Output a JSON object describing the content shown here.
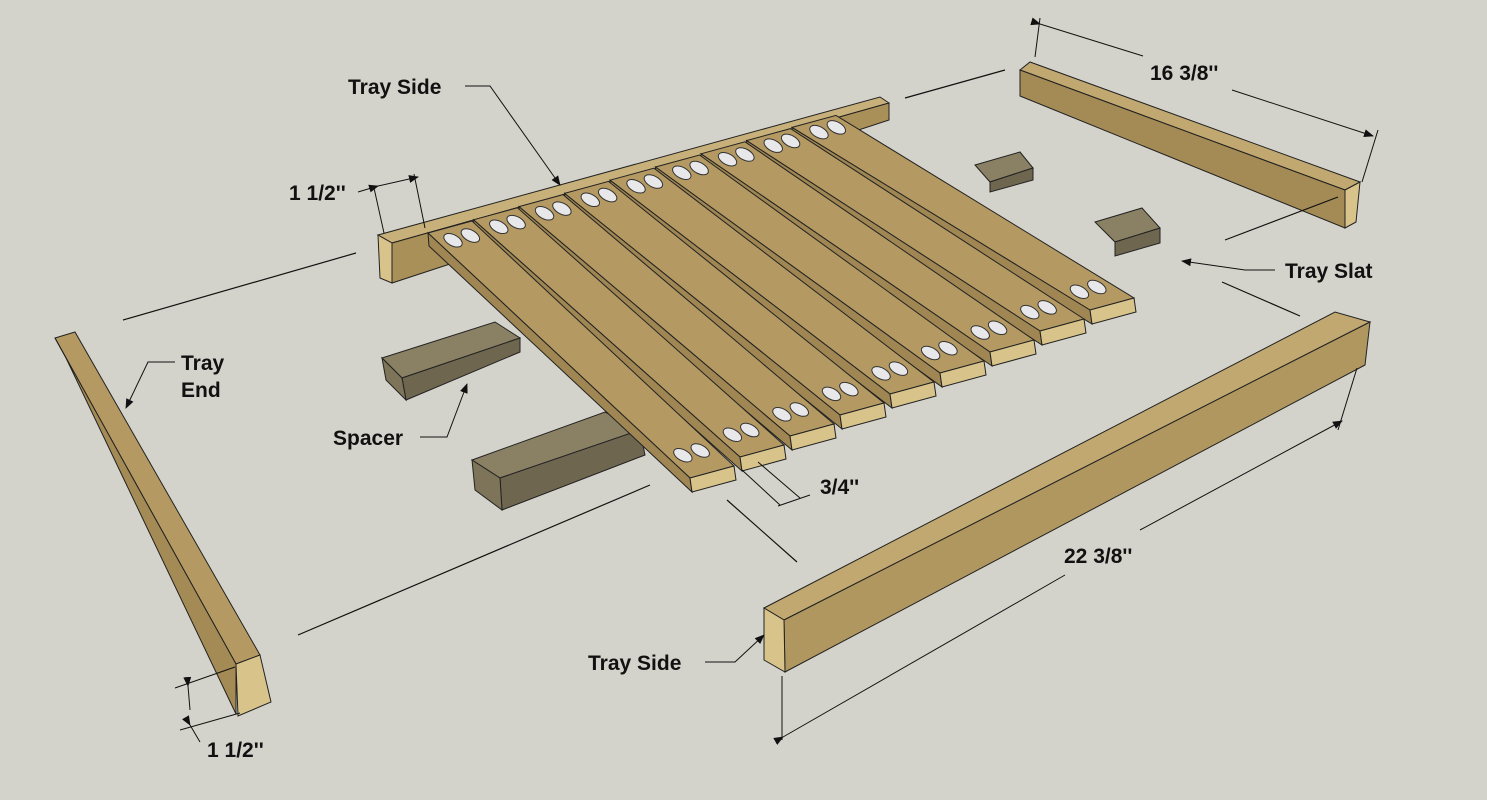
{
  "labels": {
    "tray_side_top": "Tray Side",
    "tray_side_bottom": "Tray Side",
    "tray_slat": "Tray Slat",
    "tray_end_line1": "Tray",
    "tray_end_line2": "End",
    "spacer": "Spacer"
  },
  "dimensions": {
    "side_thickness": "1 1/2''",
    "end_length": "16 3/8''",
    "slat_thickness": "3/4''",
    "side_length": "22 3/8''",
    "end_width": "1 1/2''"
  },
  "colors": {
    "background": "#d4d3cb",
    "wood_top": "#b49a62",
    "wood_side": "#9f8652",
    "wood_end": "#d8c48a",
    "spacer_top": "#8a8064",
    "spacer_side": "#6f6650",
    "pocket_hole": "#e8e8ea"
  }
}
